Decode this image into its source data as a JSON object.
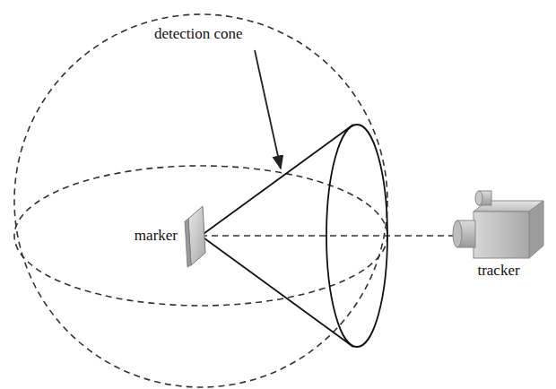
{
  "diagram": {
    "labels": [
      "detection cone",
      "marker",
      "tracker"
    ]
  }
}
